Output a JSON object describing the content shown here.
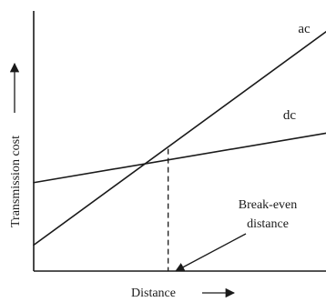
{
  "chart_data": {
    "type": "line",
    "title": "",
    "xlabel": "Distance",
    "ylabel": "Transmission cost",
    "xlim": [
      0,
      10
    ],
    "ylim": [
      0,
      10
    ],
    "grid": false,
    "legend": "none",
    "series": [
      {
        "name": "ac",
        "x": [
          0,
          10
        ],
        "y": [
          1,
          9.2
        ]
      },
      {
        "name": "dc",
        "x": [
          0,
          10
        ],
        "y": [
          3.4,
          5.3
        ]
      }
    ],
    "annotations": [
      {
        "text": "Break-even",
        "line2": "distance",
        "points_to": {
          "x": 4.6,
          "y": 4.7
        }
      }
    ],
    "break_even_x": 4.6,
    "break_even_y": 4.7
  },
  "colors": {
    "ink": "#1a1a1a",
    "background": "#ffffff"
  }
}
